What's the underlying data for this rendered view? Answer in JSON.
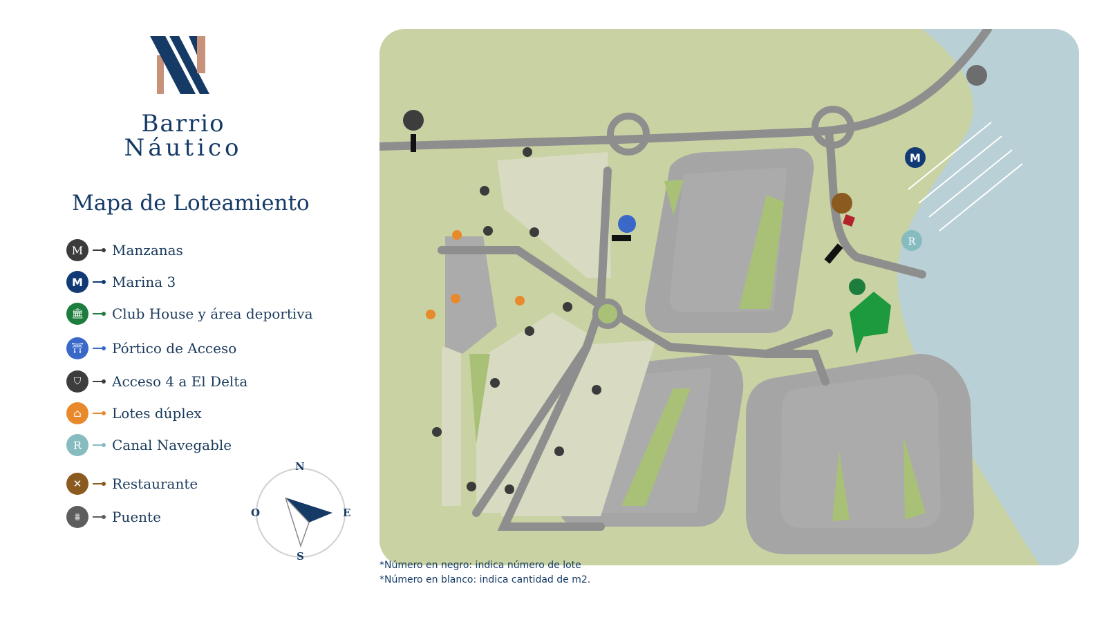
{
  "brand": {
    "line1": "Barrio",
    "line2": "Náutico"
  },
  "page_title": "Mapa de Loteamiento",
  "legend": [
    {
      "label": "Manzanas",
      "symbol": "M",
      "icon": "manzana-icon",
      "color": "#3b3b3b"
    },
    {
      "label": "Marina 3",
      "symbol": "M",
      "icon": "marina-icon",
      "color": "#123a75"
    },
    {
      "label": "Club House y área deportiva",
      "symbol": "🏛",
      "icon": "clubhouse-icon",
      "color": "#1d7d3d"
    },
    {
      "label": "Pórtico de Acceso",
      "symbol": "⛩",
      "icon": "gate-icon",
      "color": "#3a68c9"
    },
    {
      "label": "Acceso 4 a El Delta",
      "symbol": "⛉",
      "icon": "shield-icon",
      "color": "#3d3d3d"
    },
    {
      "label": "Lotes dúplex",
      "symbol": "⌂",
      "icon": "duplex-icon",
      "color": "#e88a2b"
    },
    {
      "label": "Canal Navegable",
      "symbol": "R",
      "icon": "canal-icon",
      "color": "#86bcc0"
    },
    {
      "label": "Restaurante",
      "symbol": "✕",
      "icon": "restaurant-icon",
      "color": "#8a5a1f"
    },
    {
      "label": "Puente",
      "symbol": "⩩",
      "icon": "bridge-icon",
      "color": "#5d5d5d"
    }
  ],
  "compass": {
    "n": "N",
    "s": "S",
    "e": "E",
    "o": "O"
  },
  "map": {
    "colors": {
      "land": "#c9d2a2",
      "water": "#b9d0d6",
      "road": "#8e8e8e",
      "block": "#ababab",
      "green": "#a9c177",
      "lots": "#d8dbc2"
    },
    "markers": {
      "marina": "M",
      "canal": "R"
    }
  },
  "notes": [
    "*Número en negro: indica número de lote",
    "*Número en blanco: indica cantidad de m2."
  ]
}
